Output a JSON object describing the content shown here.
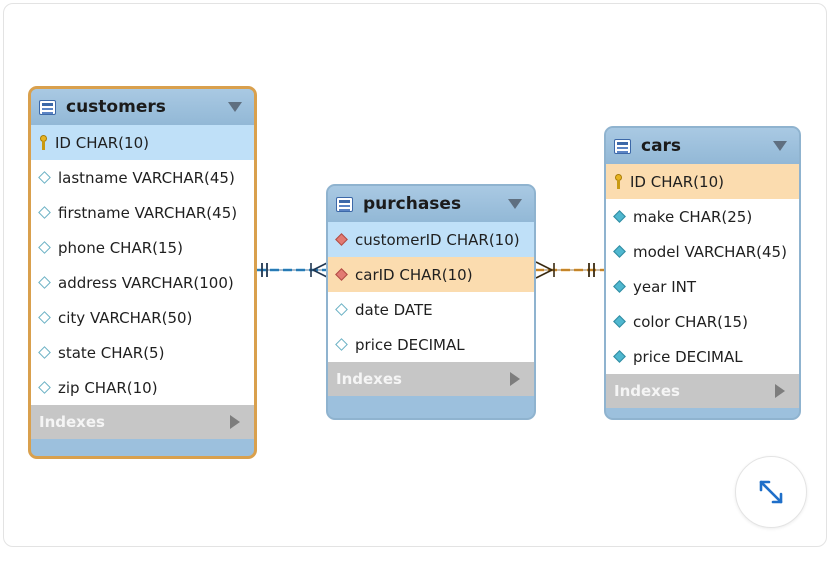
{
  "tables": {
    "customers": {
      "name": "customers",
      "columns": [
        {
          "label": "ID CHAR(10)",
          "icon": "primary-key-icon"
        },
        {
          "label": "lastname VARCHAR(45)",
          "icon": "nullable-column-icon"
        },
        {
          "label": "firstname VARCHAR(45)",
          "icon": "nullable-column-icon"
        },
        {
          "label": "phone CHAR(15)",
          "icon": "nullable-column-icon"
        },
        {
          "label": "address VARCHAR(100)",
          "icon": "nullable-column-icon"
        },
        {
          "label": "city VARCHAR(50)",
          "icon": "nullable-column-icon"
        },
        {
          "label": "state CHAR(5)",
          "icon": "nullable-column-icon"
        },
        {
          "label": "zip CHAR(10)",
          "icon": "nullable-column-icon"
        }
      ],
      "indexes_label": "Indexes"
    },
    "purchases": {
      "name": "purchases",
      "columns": [
        {
          "label": "customerID CHAR(10)",
          "icon": "foreign-key-icon"
        },
        {
          "label": "carID CHAR(10)",
          "icon": "foreign-key-icon"
        },
        {
          "label": "date DATE",
          "icon": "nullable-column-icon"
        },
        {
          "label": "price DECIMAL",
          "icon": "nullable-column-icon"
        }
      ],
      "indexes_label": "Indexes"
    },
    "cars": {
      "name": "cars",
      "columns": [
        {
          "label": "ID CHAR(10)",
          "icon": "primary-key-icon"
        },
        {
          "label": "make CHAR(25)",
          "icon": "not-null-column-icon"
        },
        {
          "label": "model VARCHAR(45)",
          "icon": "not-null-column-icon"
        },
        {
          "label": "year INT",
          "icon": "not-null-column-icon"
        },
        {
          "label": "color CHAR(15)",
          "icon": "not-null-column-icon"
        },
        {
          "label": "price DECIMAL",
          "icon": "not-null-column-icon"
        }
      ],
      "indexes_label": "Indexes"
    }
  },
  "relationships": [
    {
      "from": "customers.ID",
      "to": "purchases.customerID",
      "cardinality": "one-to-many",
      "color": "#2f93d6"
    },
    {
      "from": "cars.ID",
      "to": "purchases.carID",
      "cardinality": "one-to-many",
      "color": "#f0a335"
    }
  ],
  "colors": {
    "header": "#9cc0dd",
    "selected_border": "#d9a04d",
    "highlight_blue": "#bfe0f8",
    "highlight_orange": "#fbdcaf",
    "indexes_bar": "#c6c6c6",
    "expand_icon": "#1f6fc9"
  },
  "expand_button_icon": "expand-arrows-icon"
}
